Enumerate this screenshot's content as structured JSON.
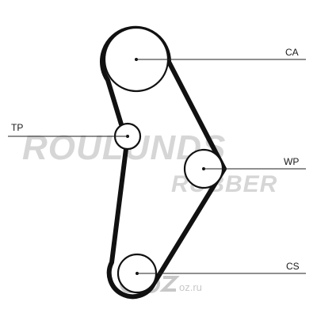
{
  "diagram": {
    "labels": {
      "ca": "CA",
      "tp": "TP",
      "wp": "WP",
      "cs": "CS"
    },
    "watermark": {
      "brand_line1": "ROULUNDS",
      "brand_line2": "RUBBER",
      "site": "oz.ru",
      "site_logo": "ozon-logo-icon"
    },
    "colors": {
      "belt": "#111111",
      "leader": "#222222",
      "watermark": "#d6d6d6",
      "watermark_logo": "#c8c8c8"
    }
  }
}
